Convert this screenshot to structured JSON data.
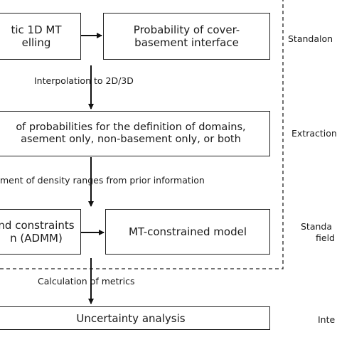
{
  "boxes": {
    "mt_modelling": [
      "tic 1D MT",
      "elling"
    ],
    "cover_basement": [
      "Probability of cover-",
      "basement interface"
    ],
    "domains": [
      "of probabilities for the definition of domains,",
      "asement only, non-basement only, or both"
    ],
    "admm": [
      "nd constraints",
      "n (ADMM)"
    ],
    "mt_constrained": "MT-constrained model",
    "uncertainty": "Uncertainty analysis"
  },
  "edge_labels": {
    "interpolation": "Interpolation to 2D/3D",
    "density": "ment of density ranges from prior information",
    "metrics": "Calculation of metrics"
  },
  "side_labels": {
    "standalone": "Standalon",
    "extraction": "Extraction",
    "standa": "Standa",
    "field": "field",
    "inte": "Inte"
  }
}
